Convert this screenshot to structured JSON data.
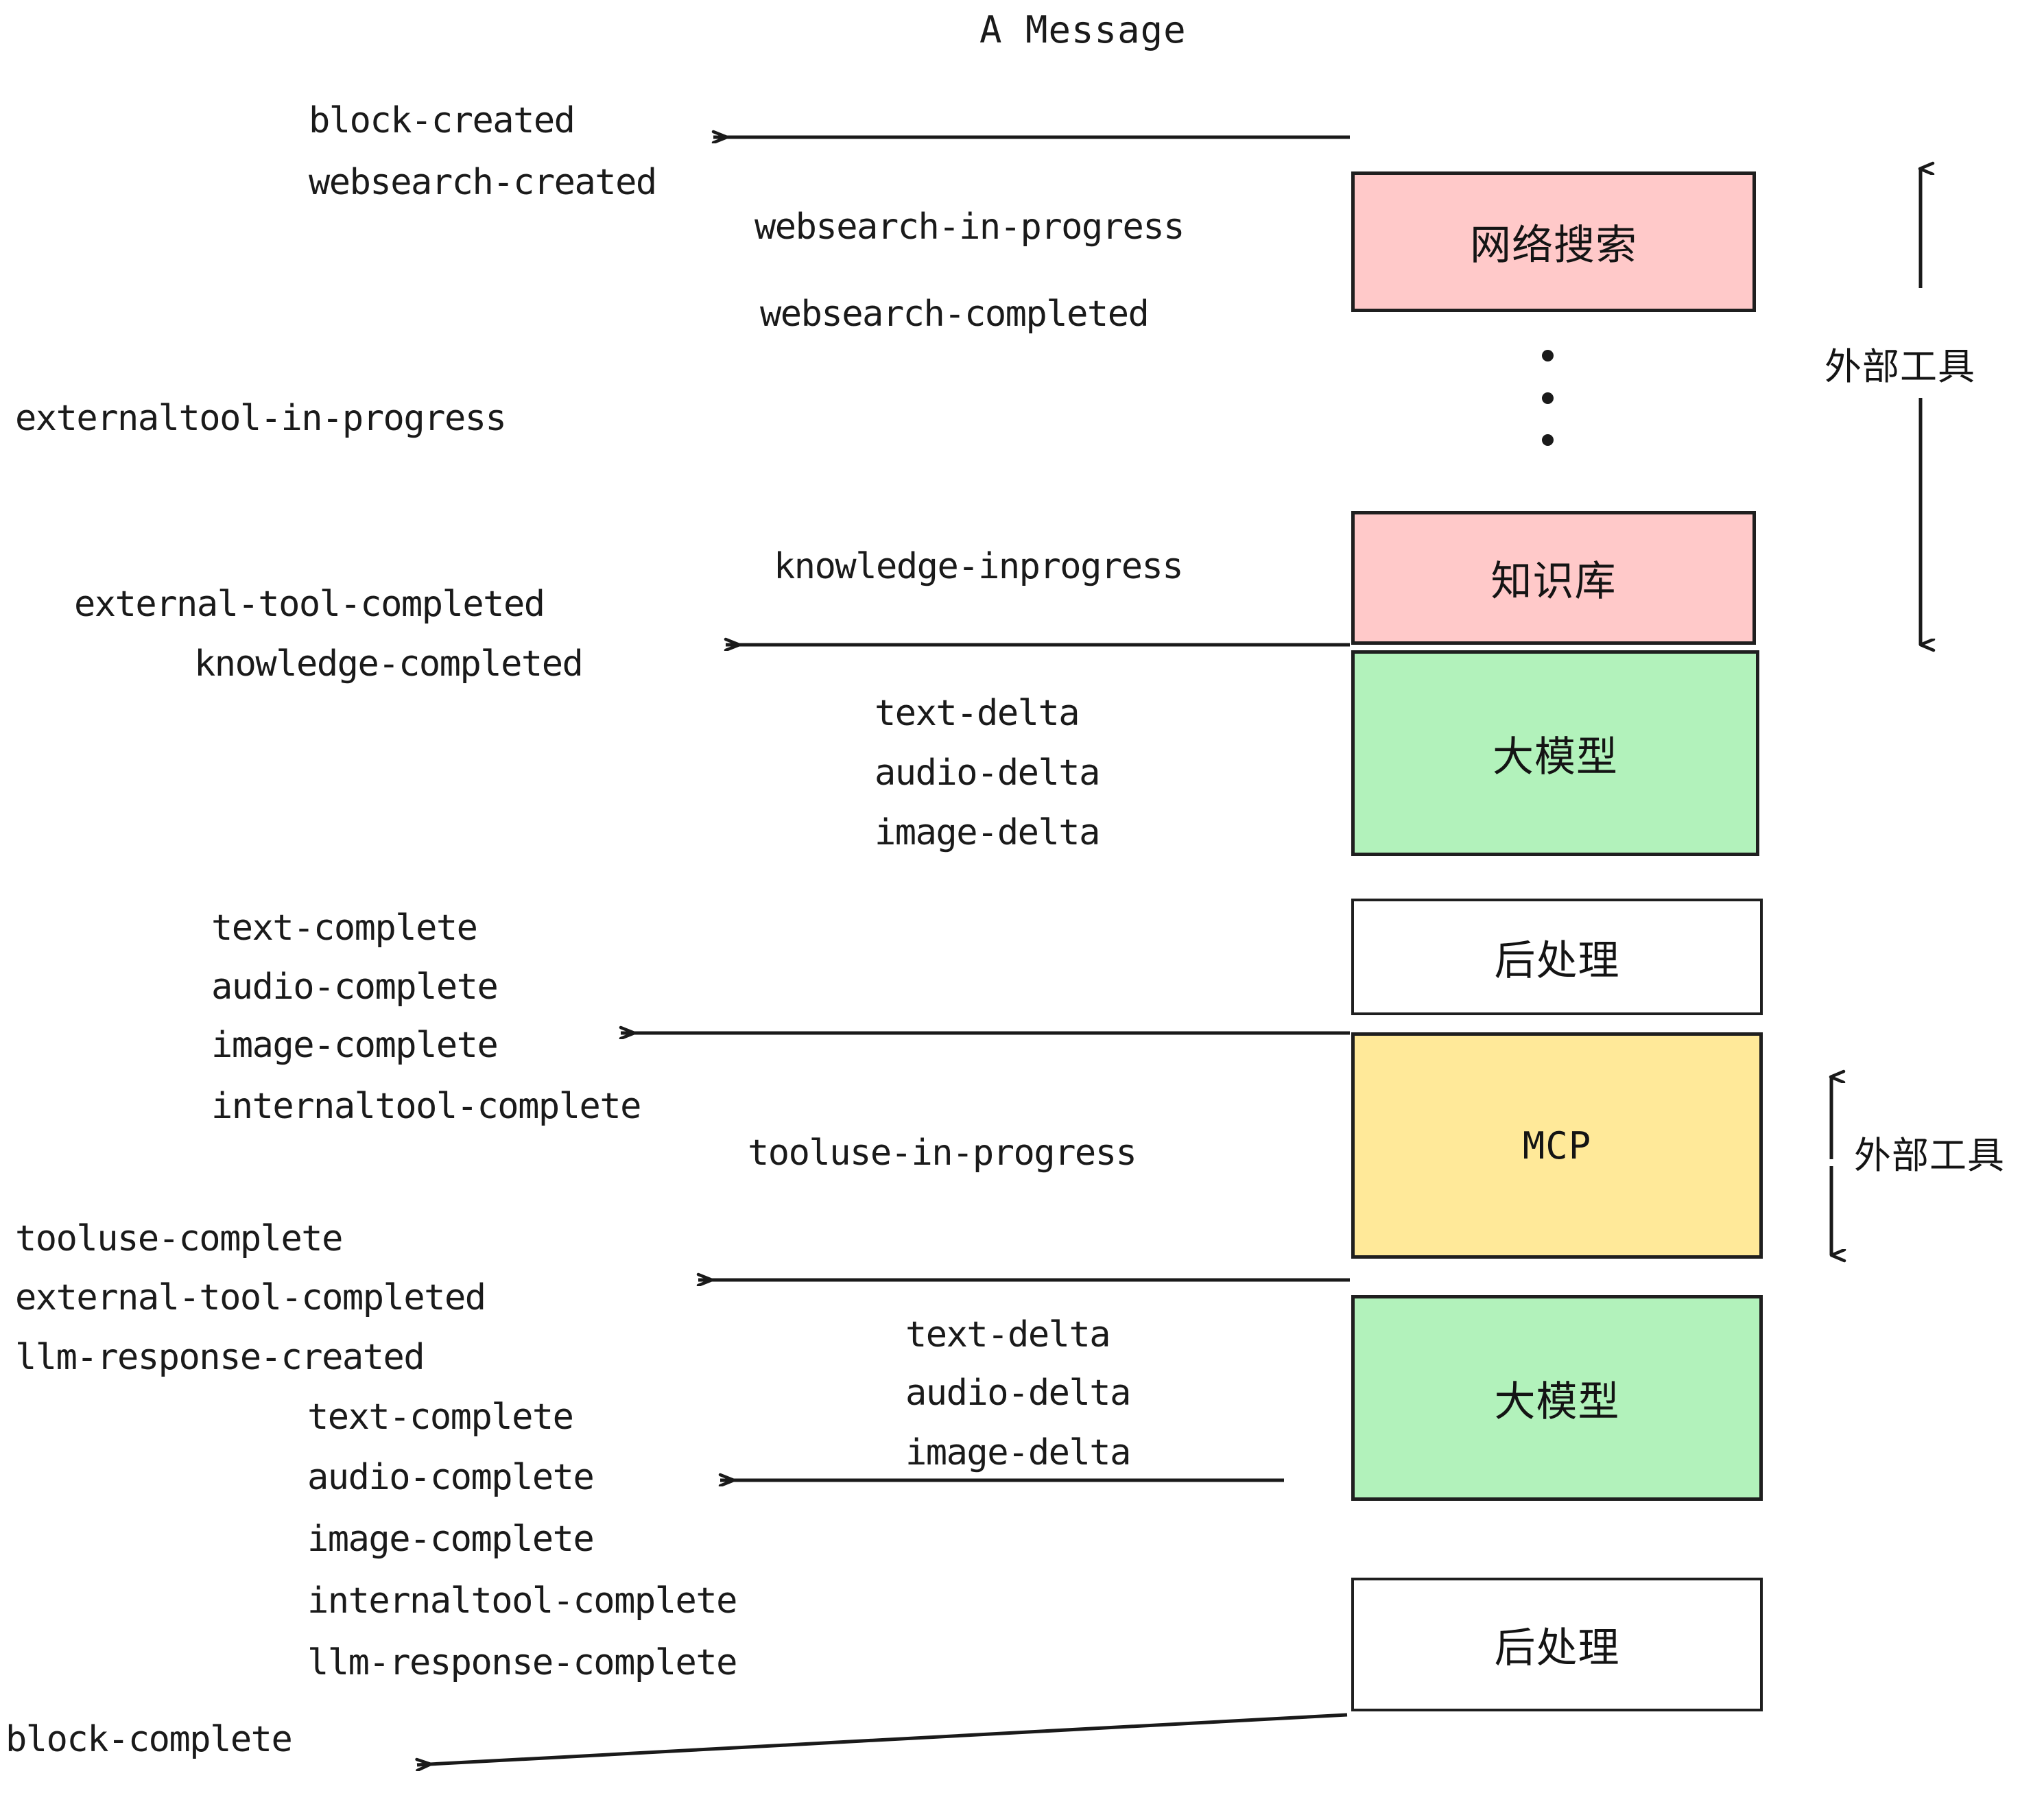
{
  "title": "A Message",
  "colors": {
    "pink": "#FFC9C9",
    "green": "#B2F2BB",
    "yellow": "#FFE999",
    "white": "#FFFFFF",
    "stroke": "#1F1F1F",
    "text": "#1A1A1A"
  },
  "boxes": [
    {
      "id": "websearch",
      "label": "网络搜索",
      "fill": "pink"
    },
    {
      "id": "knowledge",
      "label": "知识库",
      "fill": "pink"
    },
    {
      "id": "llm-1",
      "label": "大模型",
      "fill": "green"
    },
    {
      "id": "postprocess-1",
      "label": "后处理",
      "fill": "white"
    },
    {
      "id": "mcp",
      "label": "MCP",
      "fill": "yellow"
    },
    {
      "id": "llm-2",
      "label": "大模型",
      "fill": "green"
    },
    {
      "id": "postprocess-2",
      "label": "后处理",
      "fill": "white"
    }
  ],
  "side_labels": {
    "external_tool_top": "外部工具",
    "external_tool_bottom": "外部工具"
  },
  "events": {
    "block_created": "block-created",
    "websearch_created": "websearch-created",
    "websearch_in_progress": "websearch-in-progress",
    "websearch_completed": "websearch-completed",
    "externaltool_in_progress": "externaltool-in-progress",
    "knowledge_inprogress": "knowledge-inprogress",
    "external_tool_completed_1": "external-tool-completed",
    "knowledge_completed": "knowledge-completed",
    "text_delta_1": "text-delta",
    "audio_delta_1": "audio-delta",
    "image_delta_1": "image-delta",
    "text_complete_1": "text-complete",
    "audio_complete_1": "audio-complete",
    "image_complete_1": "image-complete",
    "internaltool_complete_1": "internaltool-complete",
    "tooluse_in_progress": "tooluse-in-progress",
    "tooluse_complete": "tooluse-complete",
    "external_tool_completed_2": "external-tool-completed",
    "llm_response_created": "llm-response-created",
    "text_delta_2": "text-delta",
    "audio_delta_2": "audio-delta",
    "image_delta_2": "image-delta",
    "text_complete_2": "text-complete",
    "audio_complete_2": "audio-complete",
    "image_complete_2": "image-complete",
    "internaltool_complete_2": "internaltool-complete",
    "llm_response_complete": "llm-response-complete",
    "block_complete": "block-complete"
  }
}
